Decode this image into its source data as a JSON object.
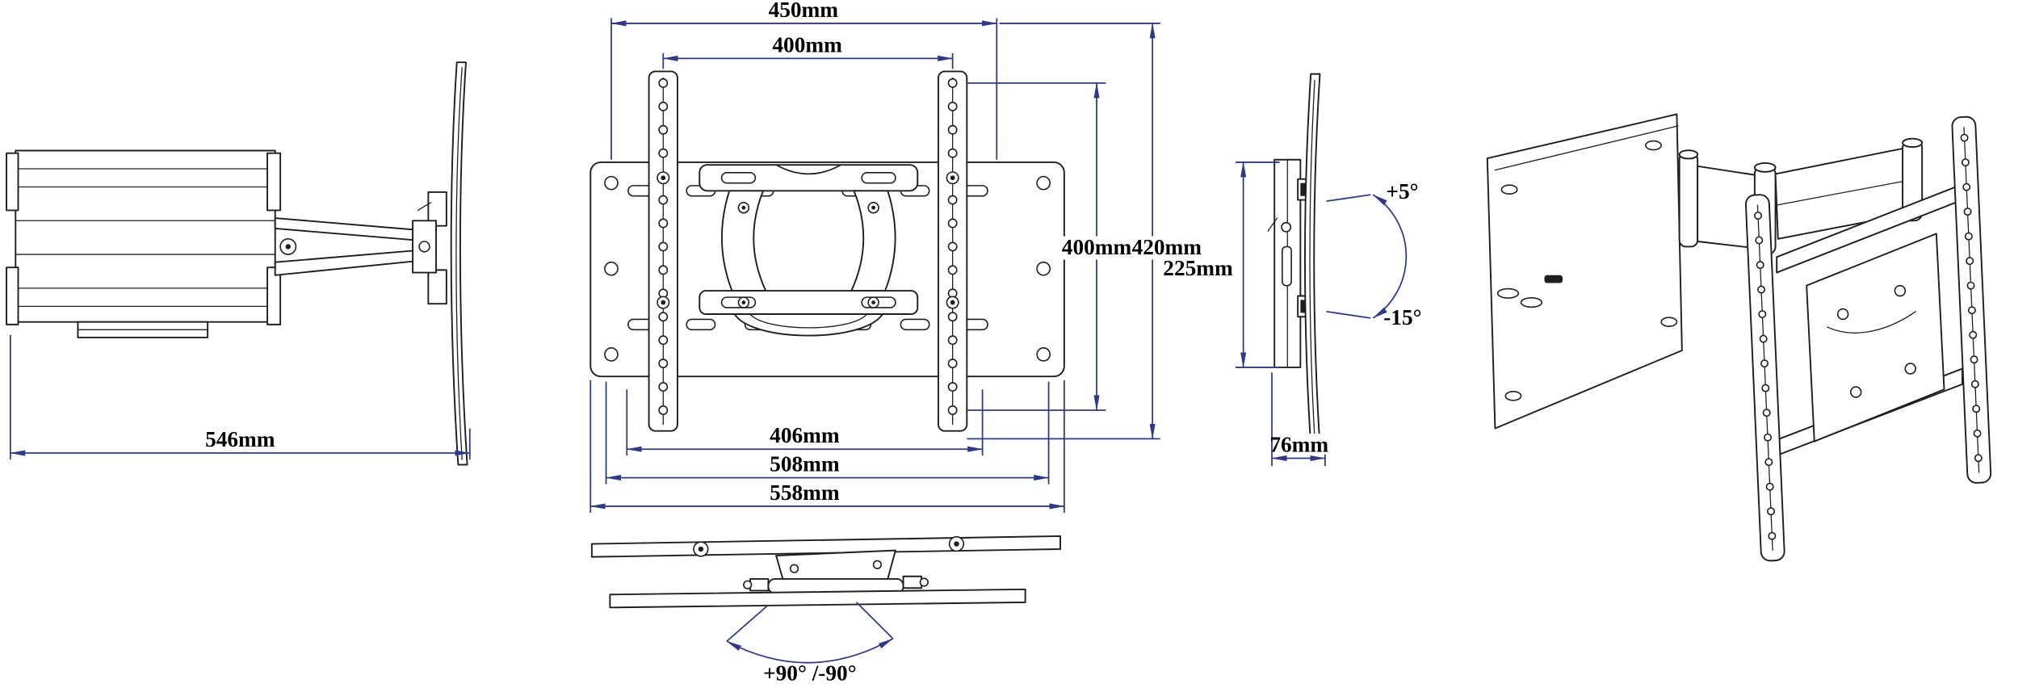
{
  "colors": {
    "part_line": "#1f1f1f",
    "dimension_line": "#2d3a8c",
    "label_text": "#000000",
    "background": "#ffffff"
  },
  "views": {
    "side_folded": {
      "dims": {
        "total_depth": "546mm"
      }
    },
    "front": {
      "dims": {
        "top_outer_width": "450mm",
        "top_inner_width": "400mm",
        "right_inner_height": "400mm",
        "right_outer_height": "420mm",
        "bottom_inner_width": "406mm",
        "bottom_mid_width": "508mm",
        "bottom_outer_width": "558mm"
      }
    },
    "profile": {
      "dims": {
        "plate_height": "225mm",
        "depth": "76mm",
        "tilt_up": "+5°",
        "tilt_down": "-15°"
      }
    },
    "top": {
      "dims": {
        "swivel_range": "+90° /-90°"
      }
    }
  }
}
